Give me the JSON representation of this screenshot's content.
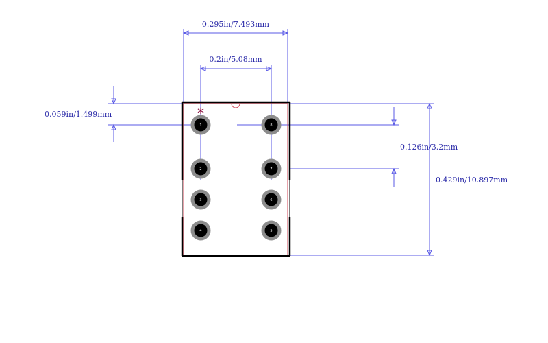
{
  "dimensions": {
    "total_width": "0.295in/7.493mm",
    "pin_spacing": "0.2in/5.08mm",
    "pin1_offset": "0.059in/1.499mm",
    "row_spacing": "0.126in/3.2mm",
    "total_height": "0.429in/10.897mm"
  },
  "pin1_marker": "*",
  "pins": [
    {
      "label": "1"
    },
    {
      "label": "2"
    },
    {
      "label": "3"
    },
    {
      "label": "4"
    },
    {
      "label": "5"
    },
    {
      "label": "6"
    },
    {
      "label": "7"
    },
    {
      "label": "8"
    }
  ],
  "colors": {
    "dimension": "#5a5ae6",
    "outline": "#000000",
    "courtyard": "#d04a5a",
    "pad_ring": "#8c8c8c",
    "pad_hole": "#000000"
  }
}
